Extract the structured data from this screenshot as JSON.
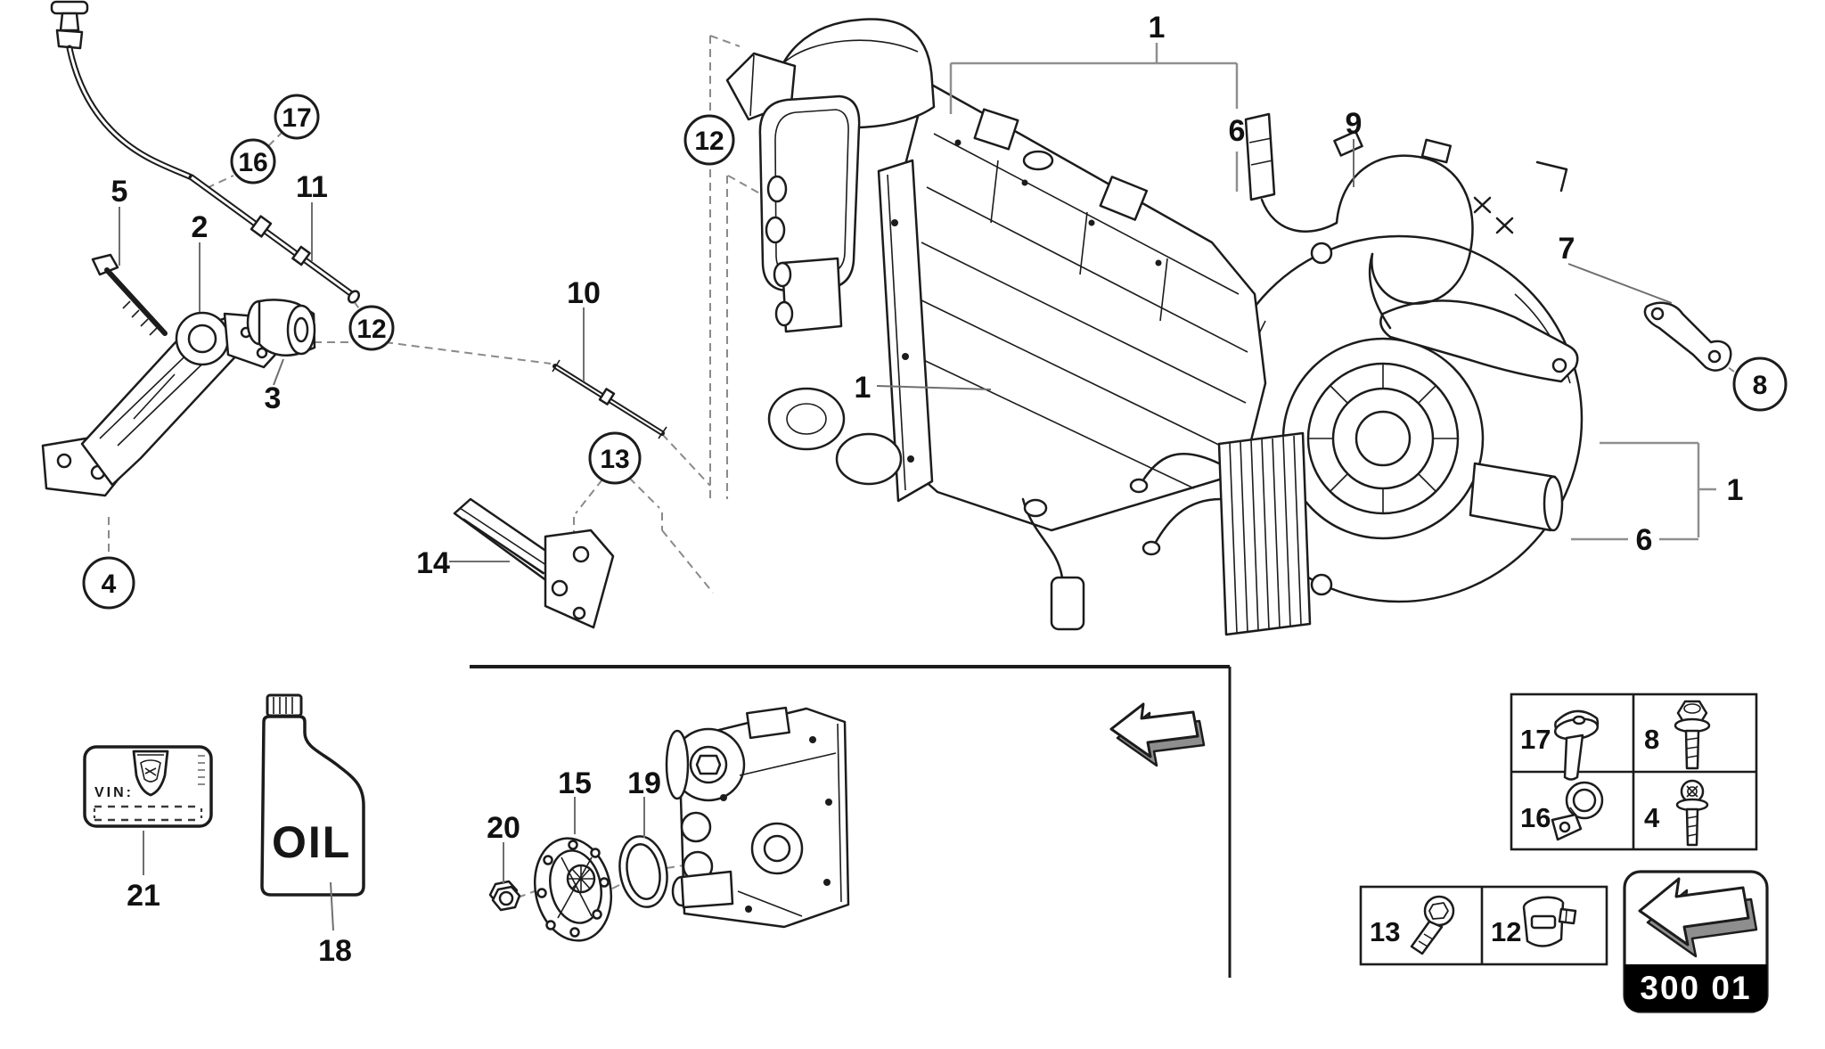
{
  "colors": {
    "background": "#ffffff",
    "ink": "#1c1c1c",
    "leader_gray": "#8f8f8f",
    "arrow_shadow_gray": "#8e8e8e",
    "badge_band": "#000000",
    "badge_text": "#ffffff"
  },
  "callouts": {
    "n1": "1",
    "n2": "2",
    "n3": "3",
    "n4": "4",
    "n5": "5",
    "n6": "6",
    "n7": "7",
    "n8": "8",
    "n9": "9",
    "n10": "10",
    "n11": "11",
    "n12": "12",
    "n13": "13",
    "n14": "14",
    "n15": "15",
    "n16": "16",
    "n17": "17",
    "n18": "18",
    "n19": "19",
    "n20": "20",
    "n21": "21"
  },
  "vin_plate": {
    "label": "VIN:",
    "logo": "lamborghini-shield"
  },
  "oil_bottle": {
    "label": "OIL"
  },
  "legend_upper": {
    "rows": [
      [
        {
          "num": "17",
          "icon": "pan-head-screw"
        },
        {
          "num": "8",
          "icon": "hex-flange-bolt"
        }
      ],
      [
        {
          "num": "16",
          "icon": "p-clamp"
        },
        {
          "num": "4",
          "icon": "washer-head-bolt"
        }
      ]
    ]
  },
  "legend_lower": {
    "cells": [
      {
        "num": "13",
        "icon": "socket-head-bolt"
      },
      {
        "num": "12",
        "icon": "band-clamp"
      }
    ]
  },
  "badge": {
    "code": "300 01",
    "icon": "back-arrow"
  }
}
